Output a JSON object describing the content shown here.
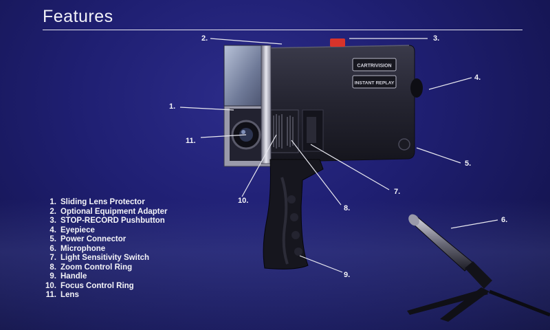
{
  "page": {
    "title": "Features"
  },
  "camera": {
    "badge_brand": "CARTRIVISION",
    "badge_mode": "INSTANT REPLAY"
  },
  "callouts": [
    "1.",
    "2.",
    "3.",
    "4.",
    "5.",
    "6.",
    "7.",
    "8.",
    "9.",
    "10.",
    "11."
  ],
  "legend": [
    {
      "num": "1.",
      "label": "Sliding Lens Protector"
    },
    {
      "num": "2.",
      "label": "Optional Equipment Adapter"
    },
    {
      "num": "3.",
      "label": "STOP-RECORD Pushbutton"
    },
    {
      "num": "4.",
      "label": "Eyepiece"
    },
    {
      "num": "5.",
      "label": "Power Connector"
    },
    {
      "num": "6.",
      "label": "Microphone"
    },
    {
      "num": "7.",
      "label": "Light Sensitivity Switch"
    },
    {
      "num": "8.",
      "label": "Zoom Control Ring"
    },
    {
      "num": "9.",
      "label": "Handle"
    },
    {
      "num": "10.",
      "label": "Focus Control Ring"
    },
    {
      "num": "11.",
      "label": "Lens"
    }
  ],
  "colors": {
    "background": "#1f1f72",
    "text": "#f4f4f8",
    "record_button": "#d8332a"
  }
}
